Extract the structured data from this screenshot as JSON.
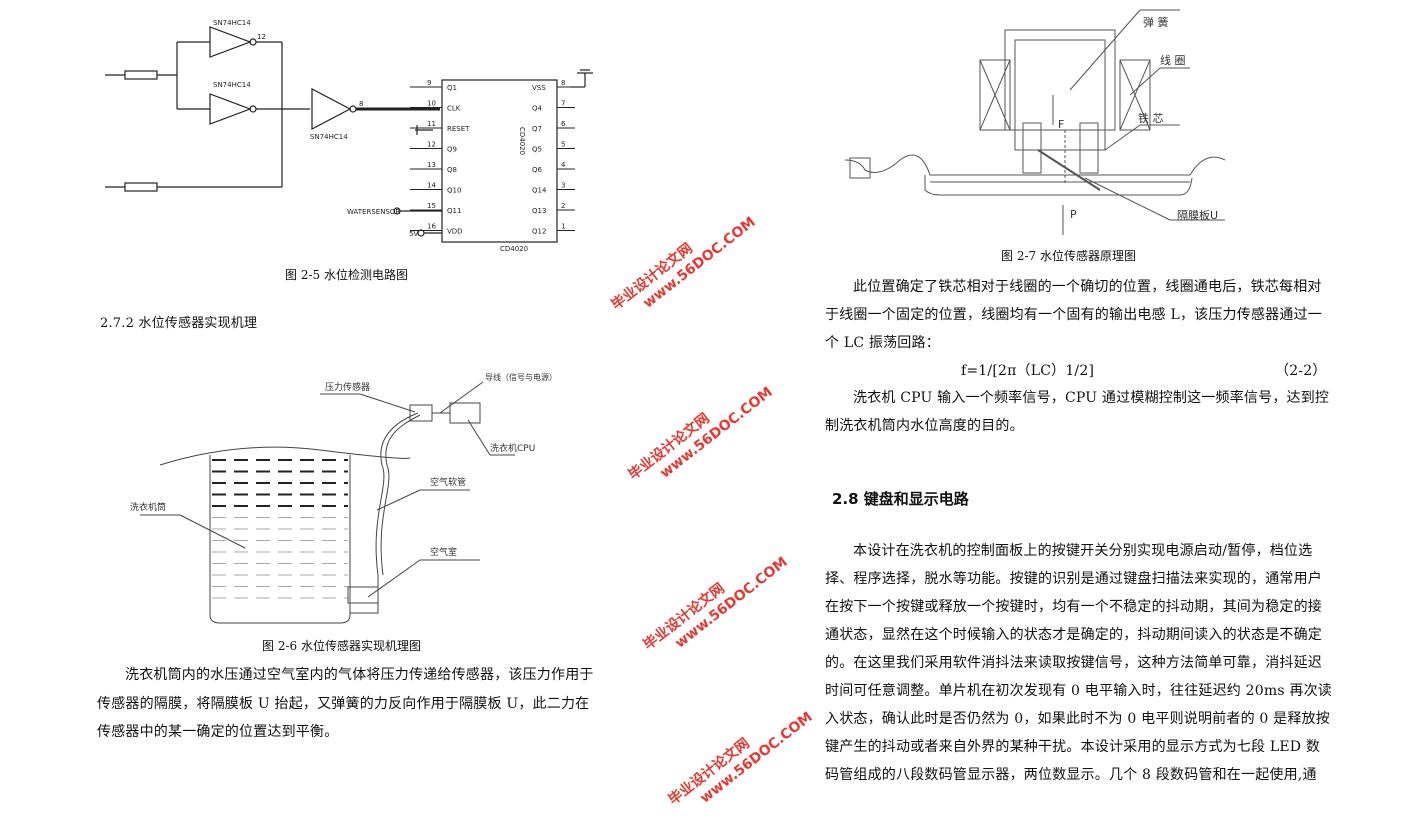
{
  "fig25": {
    "caption": "图 2-5 水位检测电路图",
    "gate1": "SN74HC14",
    "gate2": "SN74HC14",
    "gate3": "SN74HC14",
    "chip": "CD4020",
    "chip_bottom": "CD4020",
    "left_pins": [
      [
        "9",
        "Q1"
      ],
      [
        "10",
        "CLK"
      ],
      [
        "11",
        "RESET"
      ],
      [
        "12",
        "Q9"
      ],
      [
        "13",
        "Q8"
      ],
      [
        "14",
        "Q10"
      ],
      [
        "15",
        "Q11"
      ],
      [
        "16",
        "VDD"
      ]
    ],
    "right_pins": [
      [
        "8",
        "VSS"
      ],
      [
        "7",
        "Q4"
      ],
      [
        "6",
        "Q7"
      ],
      [
        "5",
        "Q5"
      ],
      [
        "4",
        "Q6"
      ],
      [
        "3",
        "Q14"
      ],
      [
        "2",
        "Q13"
      ],
      [
        "1",
        "Q12"
      ]
    ],
    "water_sensor": "WATERSENSOR",
    "v5": "5V",
    "pin12": "12",
    "pin8": "8"
  },
  "section272": "2.7.2 水位传感器实现机理",
  "fig26": {
    "caption": "图 2-6  水位传感器实现机理图",
    "labels": {
      "sensor": "压力传感器",
      "wire": "导线（信号与电源）",
      "cpu": "洗衣机CPU",
      "hose": "空气软管",
      "tub": "洗衣机筒",
      "chamber": "空气室"
    }
  },
  "left_para": [
    "洗衣机筒内的水压通过空气室内的气体将压力传递给传感器，该压力作用于",
    "传感器的隔膜，将隔膜板 U 抬起，又弹簧的力反向作用于隔膜板 U，此二力在",
    "传感器中的某一确定的位置达到平衡。"
  ],
  "fig27": {
    "caption": "图 2-7  水位传感器原理图",
    "labels": {
      "spring": "弹 簧",
      "coil": "线 圈",
      "core": "铁 芯",
      "plate": "隔膜板U",
      "F": "F",
      "P": "P"
    }
  },
  "right_para1": [
    "此位置确定了铁芯相对于线圈的一个确切的位置，线圈通电后，铁芯每相对",
    "于线圈一个固定的位置，线圈均有一个固有的输出电感 L，该压力传感器通过一",
    "个 LC 振荡回路："
  ],
  "formula": "f=1/[2π（LC）1/2]",
  "formula_no": "（2-2）",
  "right_para2": [
    "洗衣机 CPU 输入一个频率信号，CPU 通过模糊控制这一频率信号，达到控",
    "制洗衣机筒内水位高度的目的。"
  ],
  "section28": "2.8 键盘和显示电路",
  "right_para3": [
    "本设计在洗衣机的控制面板上的按键开关分别实现电源启动/暂停，档位选",
    "择、程序选择，脱水等功能。按键的识别是通过键盘扫描法来实现的，通常用户",
    "在按下一个按键或释放一个按键时，均有一个不稳定的抖动期，其间为稳定的接",
    "通状态，显然在这个时候输入的状态才是确定的，抖动期间读入的状态是不确定",
    "的。在这里我们采用软件消抖法来读取按键信号，这种方法简单可靠，消抖延迟",
    "时间可任意调整。单片机在初次发现有 0 电平输入时，往往延迟约 20ms 再次读",
    "入状态，确认此时是否仍然为 0，如果此时不为 0 电平则说明前者的 0 是释放按",
    "键产生的抖动或者来自外界的某种干扰。本设计采用的显示方式为七段 LED 数",
    "码管组成的八段数码管显示器，两位数显示。几个 8 段数码管和在一起使用,通"
  ],
  "watermark": {
    "cn": "毕业设计论文网",
    "url": "www.56DOC.COM"
  }
}
